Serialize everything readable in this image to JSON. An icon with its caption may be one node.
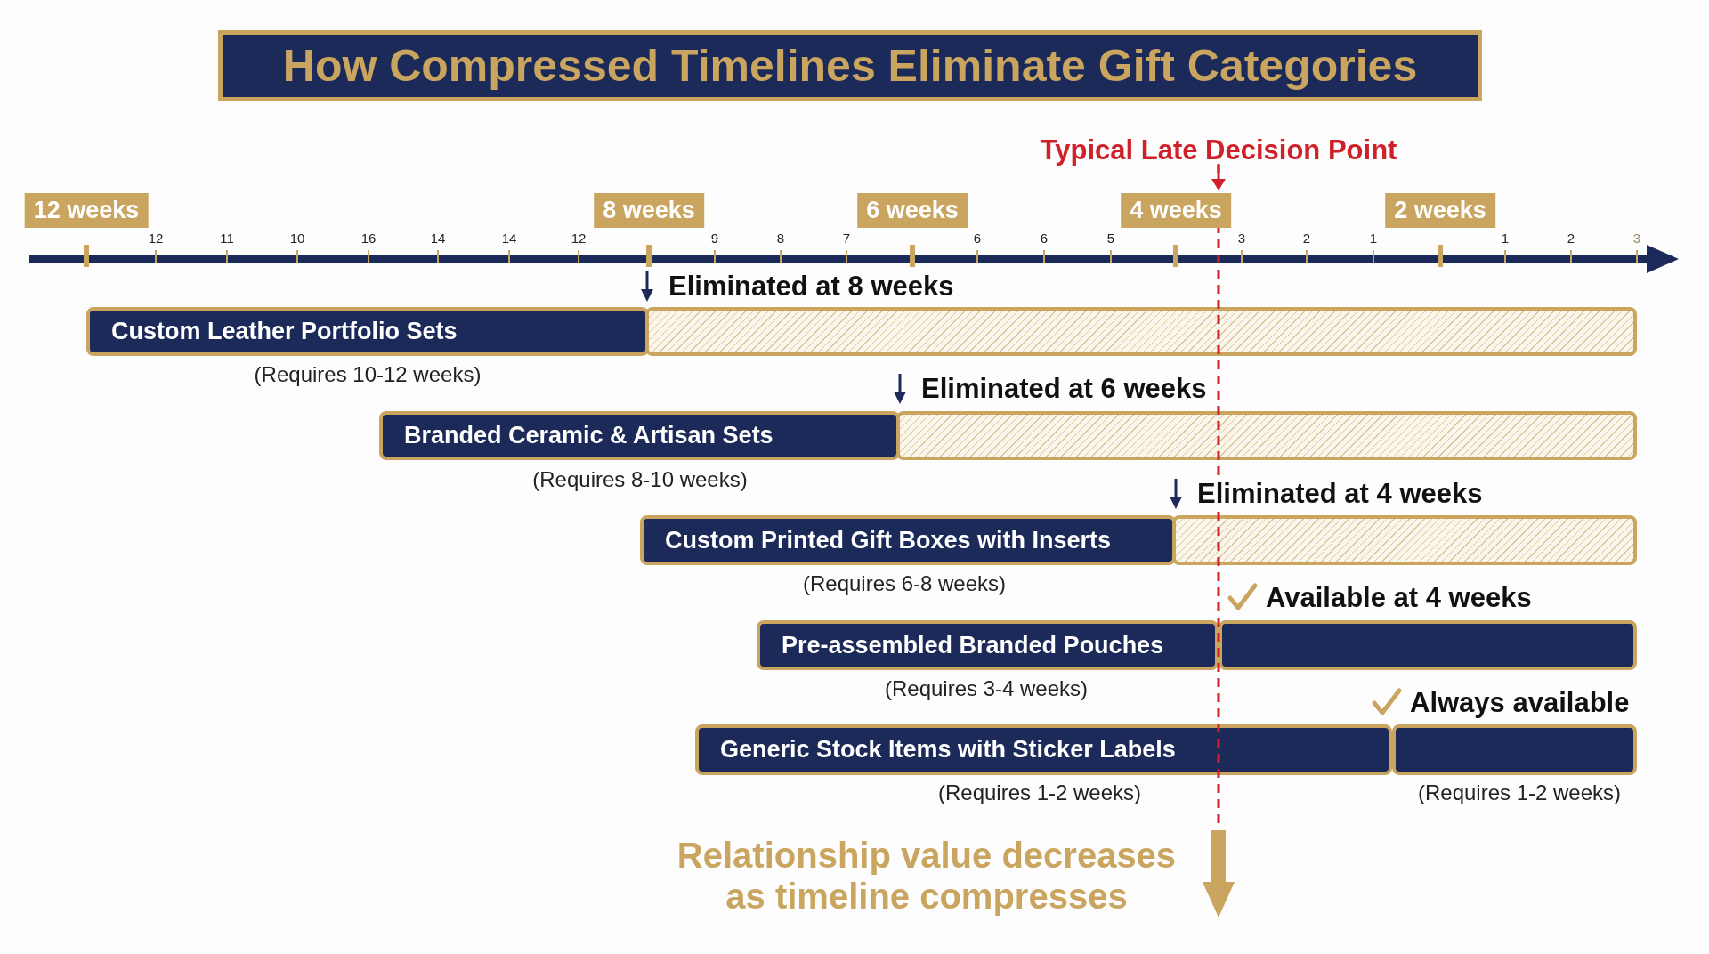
{
  "diagram": {
    "title": "How Compressed Timelines Eliminate Gift Categories",
    "nodes": [
      {
        "text": [
          "Custom Leather Portfolio Sets"
        ],
        "beside": [
          "(Requires 10-12 weeks)"
        ]
      },
      {
        "text": [],
        "shape": "bar"
      },
      {
        "text": [
          "Branded Ceramic & Artisan Sets"
        ],
        "beside": [
          "(Requires 8-10 weeks)"
        ]
      },
      {
        "text": [],
        "shape": "bar"
      },
      {
        "text": [
          "Custom Printed Gift Boxes with Inserts"
        ],
        "beside": [
          "(Requires 6-8 weeks)"
        ]
      },
      {
        "text": [],
        "shape": "bar"
      },
      {
        "text": [
          "Pre-assembled Branded Pouches"
        ],
        "beside": [
          "(Requires 3-4 weeks)"
        ]
      },
      {
        "text": [],
        "shape": "bar"
      },
      {
        "text": [
          "Generic Stock Items with Sticker Labels"
        ],
        "beside": [
          "(Requires 1-2 weeks)"
        ]
      },
      {
        "text": [],
        "shape": "bar",
        "beside": [
          "(Requires 1-2 weeks)"
        ]
      }
    ],
    "labels": [
      "Typical Late Decision Point",
      "12 weeks",
      "8 weeks",
      "6 weeks",
      "4 weeks",
      "2 weeks",
      "12",
      "11",
      "10",
      "16",
      "14",
      "14",
      "12",
      "9",
      "8",
      "7",
      "6",
      "6",
      "5",
      "3",
      "2",
      "1",
      "1",
      "2",
      "3",
      "Eliminated at 8 weeks",
      "Eliminated at 6 weeks",
      "Eliminated at 4 weeks",
      "Available at 4 weeks",
      "Always available",
      "Relationship value decreases as timeline compresses"
    ]
  }
}
